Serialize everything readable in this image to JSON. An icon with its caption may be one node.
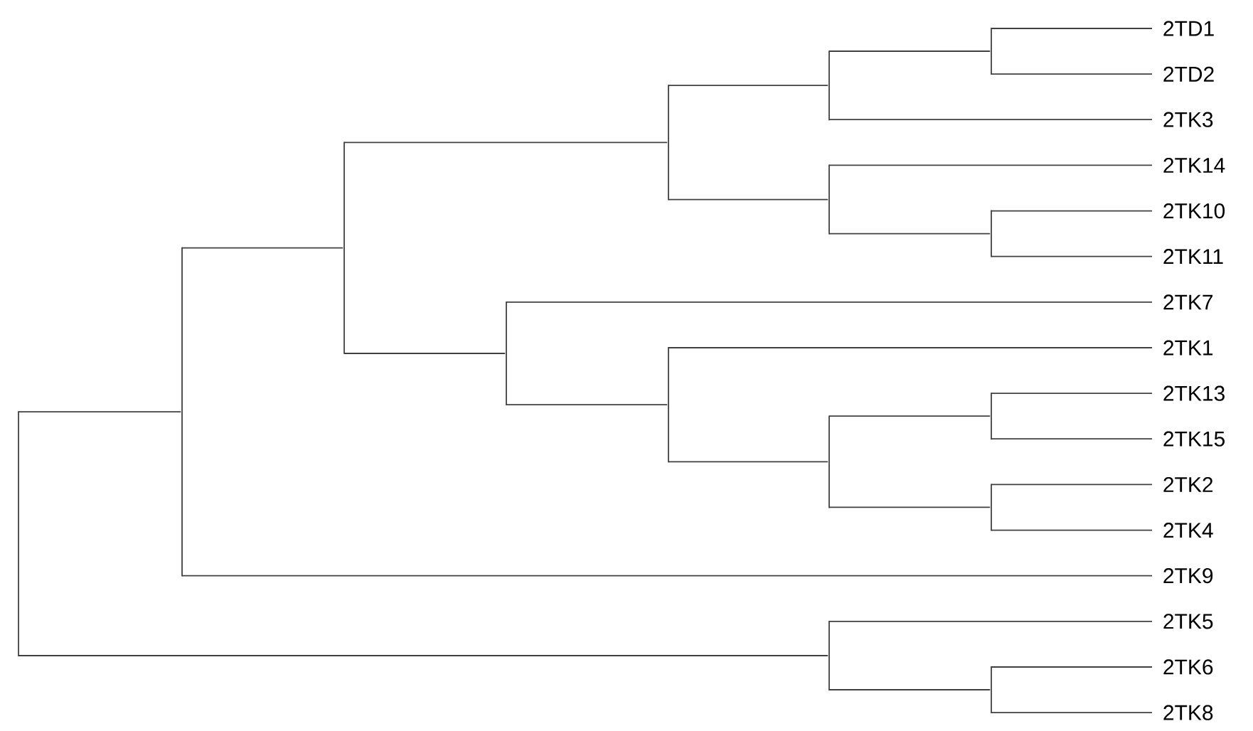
{
  "diagram": {
    "nodes": [
      {
        "text": [
          "2TD1"
        ]
      },
      {
        "text": [
          "2TD2"
        ]
      },
      {
        "text": [
          "2TK3"
        ]
      },
      {
        "text": [
          "2TK14"
        ]
      },
      {
        "text": [
          "2TK10"
        ]
      },
      {
        "text": [
          "2TK11"
        ]
      },
      {
        "text": [
          "2TK7"
        ]
      },
      {
        "text": [
          "2TK1"
        ]
      },
      {
        "text": [
          "2TK13"
        ]
      },
      {
        "text": [
          "2TK15"
        ]
      },
      {
        "text": [
          "2TK2"
        ]
      },
      {
        "text": [
          "2TK4"
        ]
      },
      {
        "text": [
          "2TK9"
        ]
      },
      {
        "text": [
          "2TK5"
        ]
      },
      {
        "text": [
          "2TK6"
        ]
      },
      {
        "text": [
          "2TK8"
        ]
      },
      {
        "text": [],
        "shape": "bar"
      },
      {
        "text": [],
        "shape": "bar"
      },
      {
        "text": [],
        "shape": "bar"
      },
      {
        "text": [],
        "shape": "bar"
      },
      {
        "text": [],
        "shape": "bar"
      },
      {
        "text": [],
        "shape": "bar"
      },
      {
        "text": [],
        "shape": "bar"
      },
      {
        "text": [],
        "shape": "bar"
      },
      {
        "text": [],
        "shape": "bar"
      },
      {
        "text": [],
        "shape": "bar"
      },
      {
        "text": [],
        "shape": "bar"
      },
      {
        "text": [],
        "shape": "bar"
      },
      {
        "text": [],
        "shape": "bar"
      },
      {
        "text": [],
        "shape": "bar"
      },
      {
        "text": [],
        "shape": "bar"
      }
    ],
    "edges": [
      {
        "from": 16,
        "to": 0,
        "arrow": "none"
      },
      {
        "from": 16,
        "to": 1,
        "arrow": "none"
      },
      {
        "from": 17,
        "to": 16,
        "arrow": "none"
      },
      {
        "from": 17,
        "to": 2,
        "arrow": "none"
      },
      {
        "from": 18,
        "to": 4,
        "arrow": "none"
      },
      {
        "from": 18,
        "to": 5,
        "arrow": "none"
      },
      {
        "from": 19,
        "to": 3,
        "arrow": "none"
      },
      {
        "from": 19,
        "to": 18,
        "arrow": "none"
      },
      {
        "from": 20,
        "to": 17,
        "arrow": "none"
      },
      {
        "from": 20,
        "to": 19,
        "arrow": "none"
      },
      {
        "from": 21,
        "to": 8,
        "arrow": "none"
      },
      {
        "from": 21,
        "to": 9,
        "arrow": "none"
      },
      {
        "from": 22,
        "to": 10,
        "arrow": "none"
      },
      {
        "from": 22,
        "to": 11,
        "arrow": "none"
      },
      {
        "from": 23,
        "to": 21,
        "arrow": "none"
      },
      {
        "from": 23,
        "to": 22,
        "arrow": "none"
      },
      {
        "from": 24,
        "to": 7,
        "arrow": "none"
      },
      {
        "from": 24,
        "to": 23,
        "arrow": "none"
      },
      {
        "from": 25,
        "to": 6,
        "arrow": "none"
      },
      {
        "from": 25,
        "to": 24,
        "arrow": "none"
      },
      {
        "from": 26,
        "to": 20,
        "arrow": "none"
      },
      {
        "from": 26,
        "to": 25,
        "arrow": "none"
      },
      {
        "from": 27,
        "to": 26,
        "arrow": "none"
      },
      {
        "from": 27,
        "to": 12,
        "arrow": "none"
      },
      {
        "from": 28,
        "to": 14,
        "arrow": "none"
      },
      {
        "from": 28,
        "to": 15,
        "arrow": "none"
      },
      {
        "from": 29,
        "to": 13,
        "arrow": "none"
      },
      {
        "from": 29,
        "to": 28,
        "arrow": "none"
      },
      {
        "from": 30,
        "to": 27,
        "arrow": "none"
      },
      {
        "from": 30,
        "to": 29,
        "arrow": "none"
      }
    ]
  }
}
